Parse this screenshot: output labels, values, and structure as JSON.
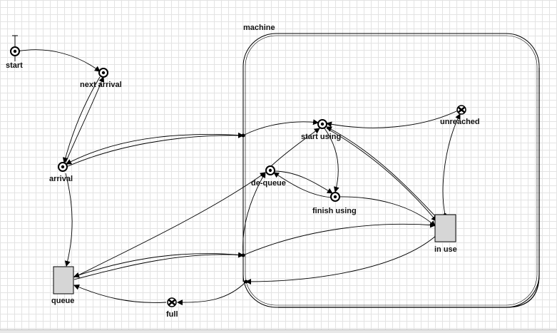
{
  "diagram": {
    "container": {
      "label": "machine"
    },
    "states": {
      "start": "start",
      "next_arrival": "next arrival",
      "arrival": "arrival",
      "queue": "queue",
      "full": "full",
      "start_using": "start using",
      "de_queue": "de-queue",
      "finish_using": "finish using",
      "in_use": "in use",
      "unreached": "unreached"
    }
  },
  "colors": {
    "box_fill": "#d6d6d6",
    "line": "#000000",
    "grid": "#e3e3e3"
  }
}
